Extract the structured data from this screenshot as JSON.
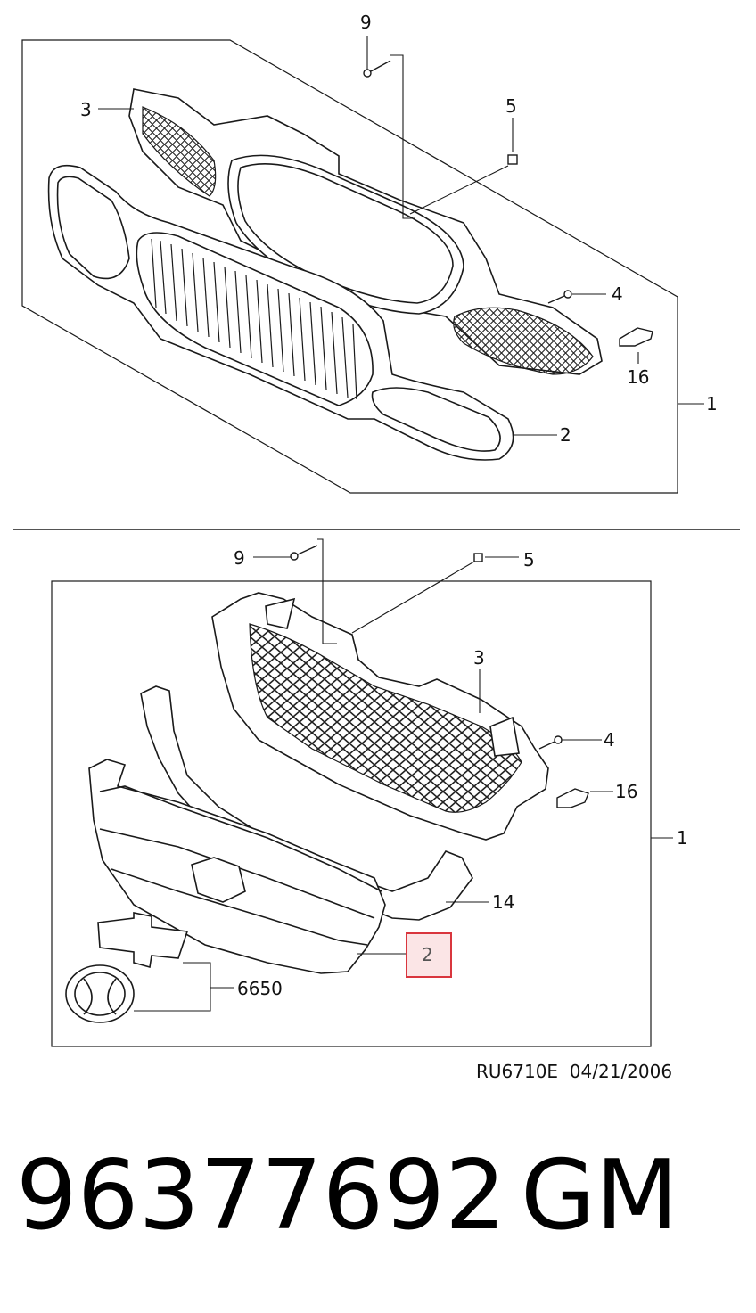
{
  "top_view": {
    "callouts": {
      "c9": "9",
      "c3": "3",
      "c5": "5",
      "c4": "4",
      "c16": "16",
      "c1": "1",
      "c2": "2"
    }
  },
  "bottom_view": {
    "callouts": {
      "c9": "9",
      "c5": "5",
      "c3": "3",
      "c4": "4",
      "c16": "16",
      "c1": "1",
      "c14": "14",
      "c2": "2",
      "c6650": "6650"
    }
  },
  "reference": {
    "code": "RU6710E",
    "date": "04/21/2006"
  },
  "part": {
    "number": "96377692",
    "brand": "GM"
  },
  "colors": {
    "highlight": "#d9363e",
    "highlight_fill": "#fbe5e6",
    "line": "#1a1a1a"
  }
}
